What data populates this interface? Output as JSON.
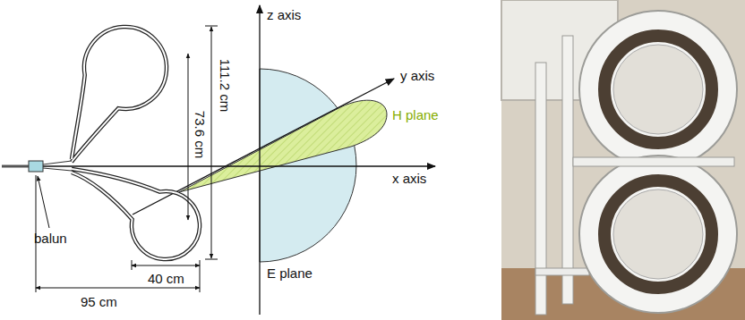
{
  "diagram": {
    "labels": [
      "z axis",
      "y axis",
      "111.2 cm",
      "73.6 cm",
      "H plane",
      "x axis",
      "balun",
      "40 cm",
      "E plane",
      "95 cm"
    ]
  }
}
